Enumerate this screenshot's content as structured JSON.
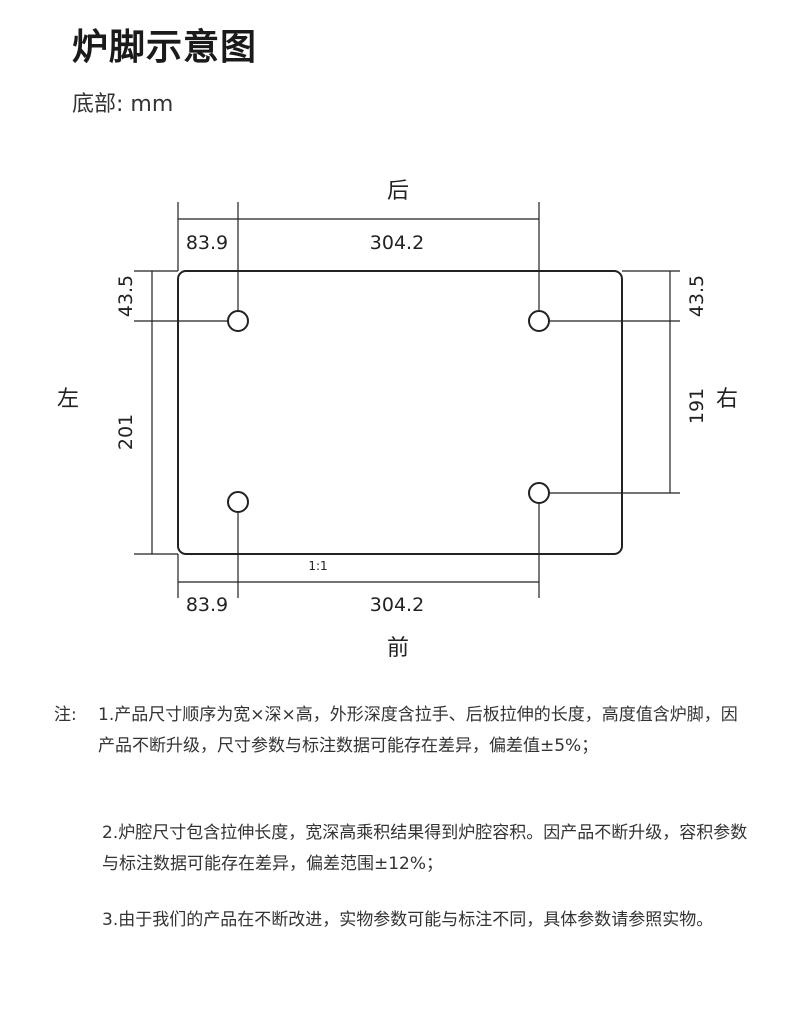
{
  "title": "炉脚示意图",
  "unit": "底部: mm",
  "diagram": {
    "labels": {
      "back": "后",
      "front": "前",
      "left": "左",
      "right": "右",
      "scale": "1:1"
    },
    "dimensions": {
      "top_left": "83.9",
      "top_span": "304.2",
      "bottom_left": "83.9",
      "bottom_span": "304.2",
      "left_top": "43.5",
      "left_height": "201",
      "right_top": "43.5",
      "right_span": "191"
    }
  },
  "notes": {
    "label": "注:",
    "items": [
      "1.产品尺寸顺序为宽×深×高，外形深度含拉手、后板拉伸的长度，高度值含炉脚，因产品不断升级，尺寸参数与标注数据可能存在差异，偏差值±5%；",
      "2.炉腔尺寸包含拉伸长度，宽深高乘积结果得到炉腔容积。因产品不断升级，容积参数与标注数据可能存在差异，偏差范围±12%；",
      "3.由于我们的产品在不断改进，实物参数可能与标注不同，具体参数请参照实物。"
    ]
  }
}
